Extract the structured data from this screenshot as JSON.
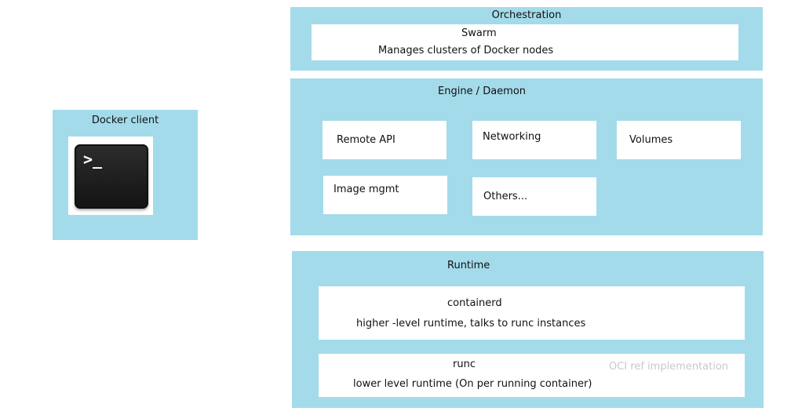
{
  "client": {
    "title": "Docker client",
    "terminal_prompt": ">_"
  },
  "orchestration": {
    "title": "Orchestration",
    "swarm_title": "Swarm",
    "swarm_desc": "Manages clusters of Docker nodes"
  },
  "engine": {
    "title": "Engine / Daemon",
    "components": {
      "remote_api": "Remote API",
      "networking": "Networking",
      "volumes": "Volumes",
      "image_mgmt": "Image mgmt",
      "others": "Others..."
    }
  },
  "runtime": {
    "title": "Runtime",
    "containerd_title": "containerd",
    "containerd_desc": "higher -level runtime, talks to runc instances",
    "runc_title": "runc",
    "runc_desc": "lower level runtime (On per running container)",
    "oci_note": "OCI ref implementation"
  },
  "colors": {
    "panel": "#a4dbea",
    "box": "#ffffff",
    "note": "#c8c8c8"
  }
}
